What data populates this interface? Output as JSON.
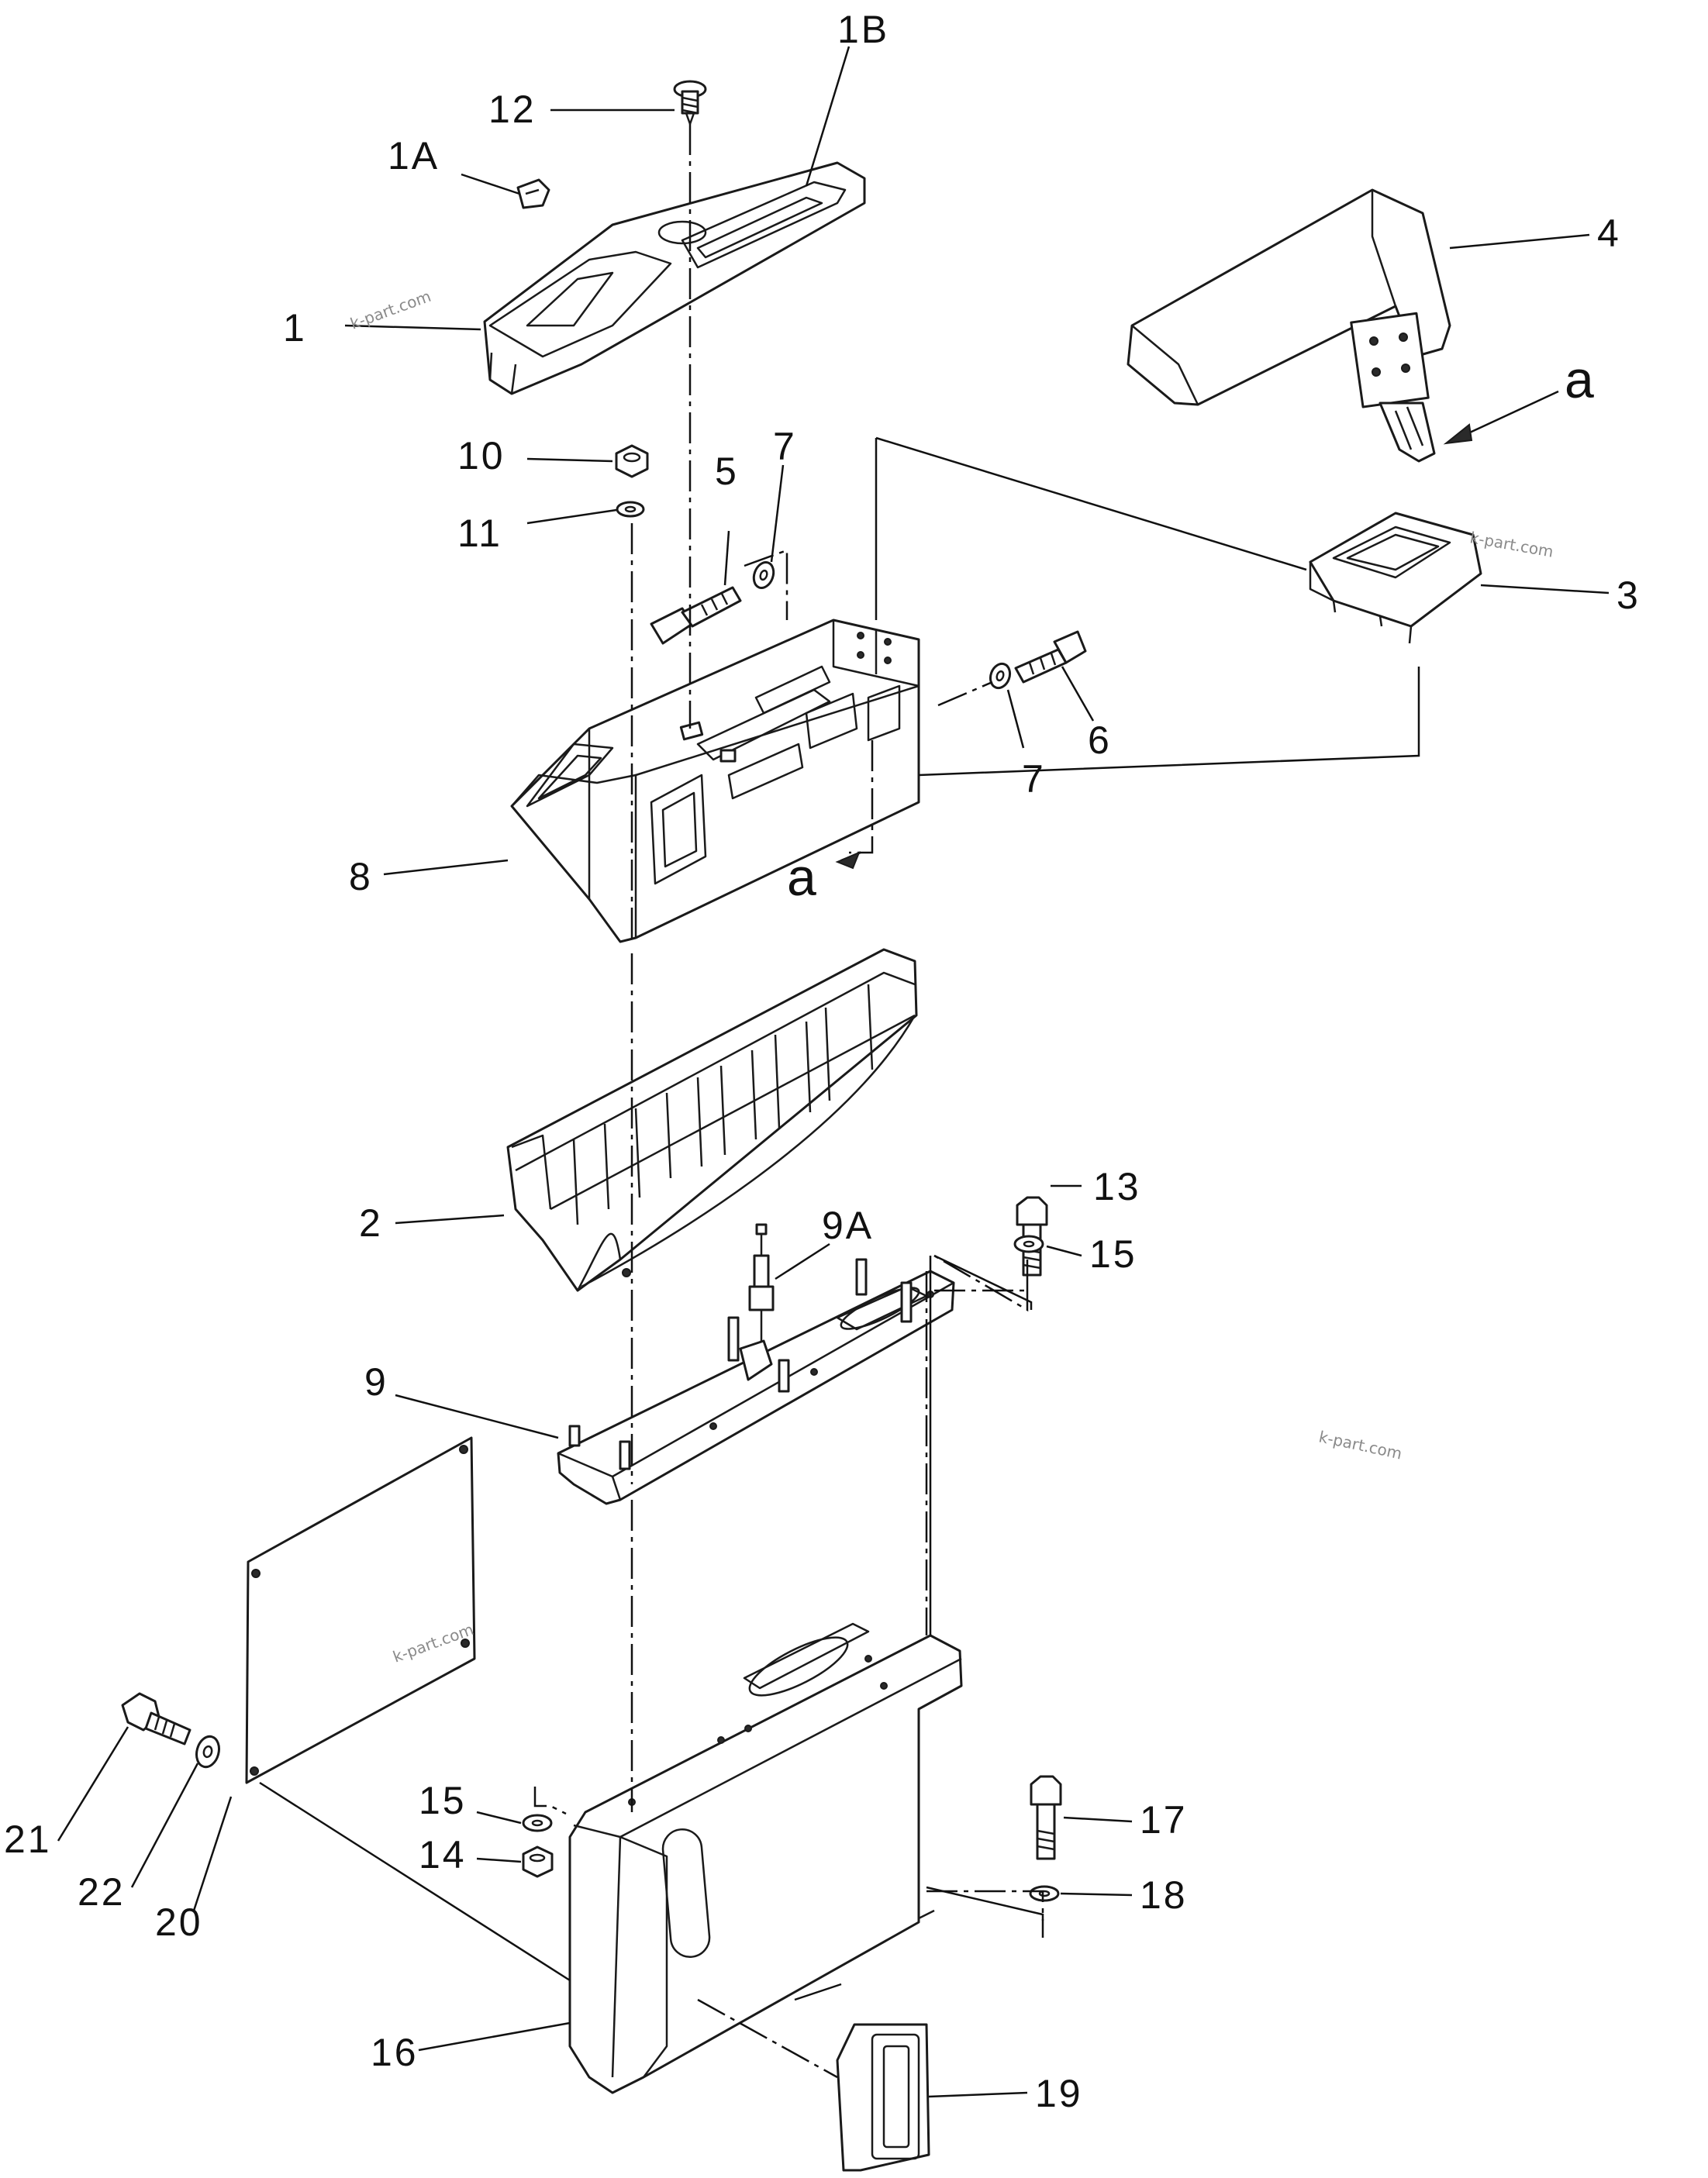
{
  "callouts": {
    "c1": "1",
    "c1a": "1A",
    "c1b": "1B",
    "c2": "2",
    "c3": "3",
    "c4": "4",
    "c5": "5",
    "c6": "6",
    "c7_top": "7",
    "c7_bottom": "7",
    "c8": "8",
    "c9": "9",
    "c9a": "9A",
    "c10": "10",
    "c11": "11",
    "c12": "12",
    "c13": "13",
    "c14": "14",
    "c15_top": "15",
    "c15_bottom": "15",
    "c16": "16",
    "c17": "17",
    "c18": "18",
    "c19": "19",
    "c20": "20",
    "c21": "21",
    "c22": "22"
  },
  "view_marks": {
    "a_top": "a",
    "a_bottom": "a"
  },
  "watermarks": [
    "k-part.com",
    "k-part.com",
    "k-part.com",
    "k-part.com"
  ]
}
